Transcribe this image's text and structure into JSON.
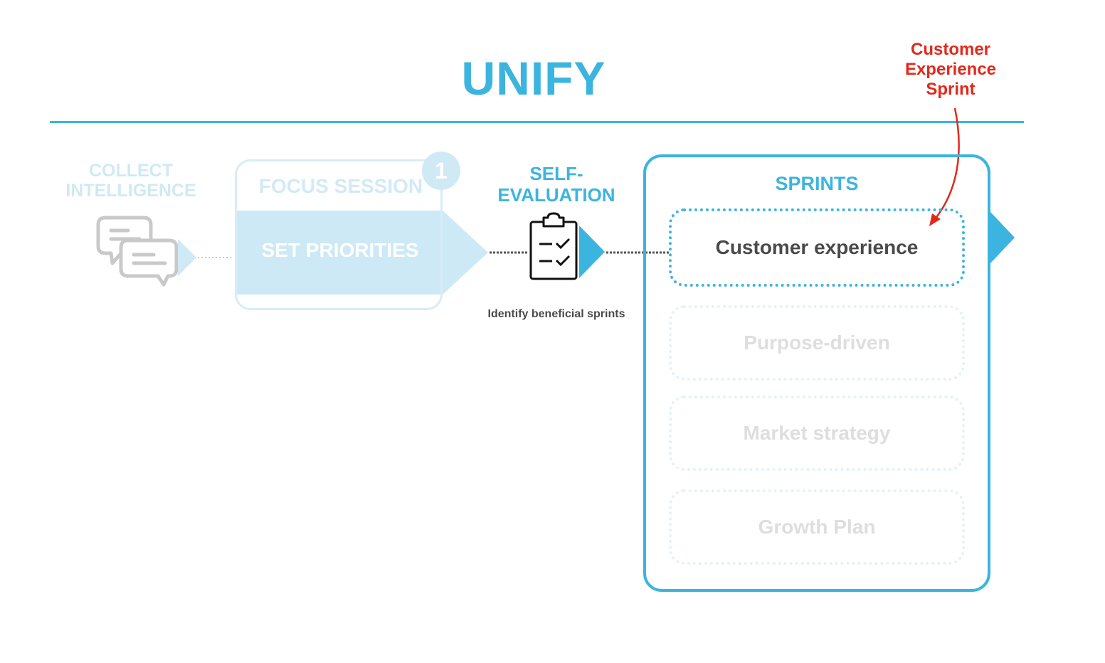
{
  "title": "UNIFY",
  "steps": {
    "collect": {
      "label": "COLLECT INTELLIGENCE",
      "icon": "chat-bubbles-icon"
    },
    "focus_session": {
      "label": "FOCUS SESSION",
      "badge": "1",
      "action": "SET PRIORITIES"
    },
    "self_evaluation": {
      "label": "SELF-EVALUATION",
      "icon": "clipboard-checklist-icon",
      "caption": "Identify beneficial sprints"
    },
    "sprints": {
      "label": "SPRINTS",
      "items": [
        {
          "label": "Customer experience",
          "state": "active"
        },
        {
          "label": "Purpose-driven",
          "state": "faded"
        },
        {
          "label": "Market strategy",
          "state": "faded"
        },
        {
          "label": "Growth Plan",
          "state": "faded"
        }
      ]
    }
  },
  "annotation": {
    "label": "Customer Experience Sprint",
    "color": "#e3281b"
  },
  "colors": {
    "accent": "#3cb4e0",
    "faded_accent": "#cfe9f5",
    "text_dark": "#4a4a4a",
    "faded_text": "#dedede"
  }
}
